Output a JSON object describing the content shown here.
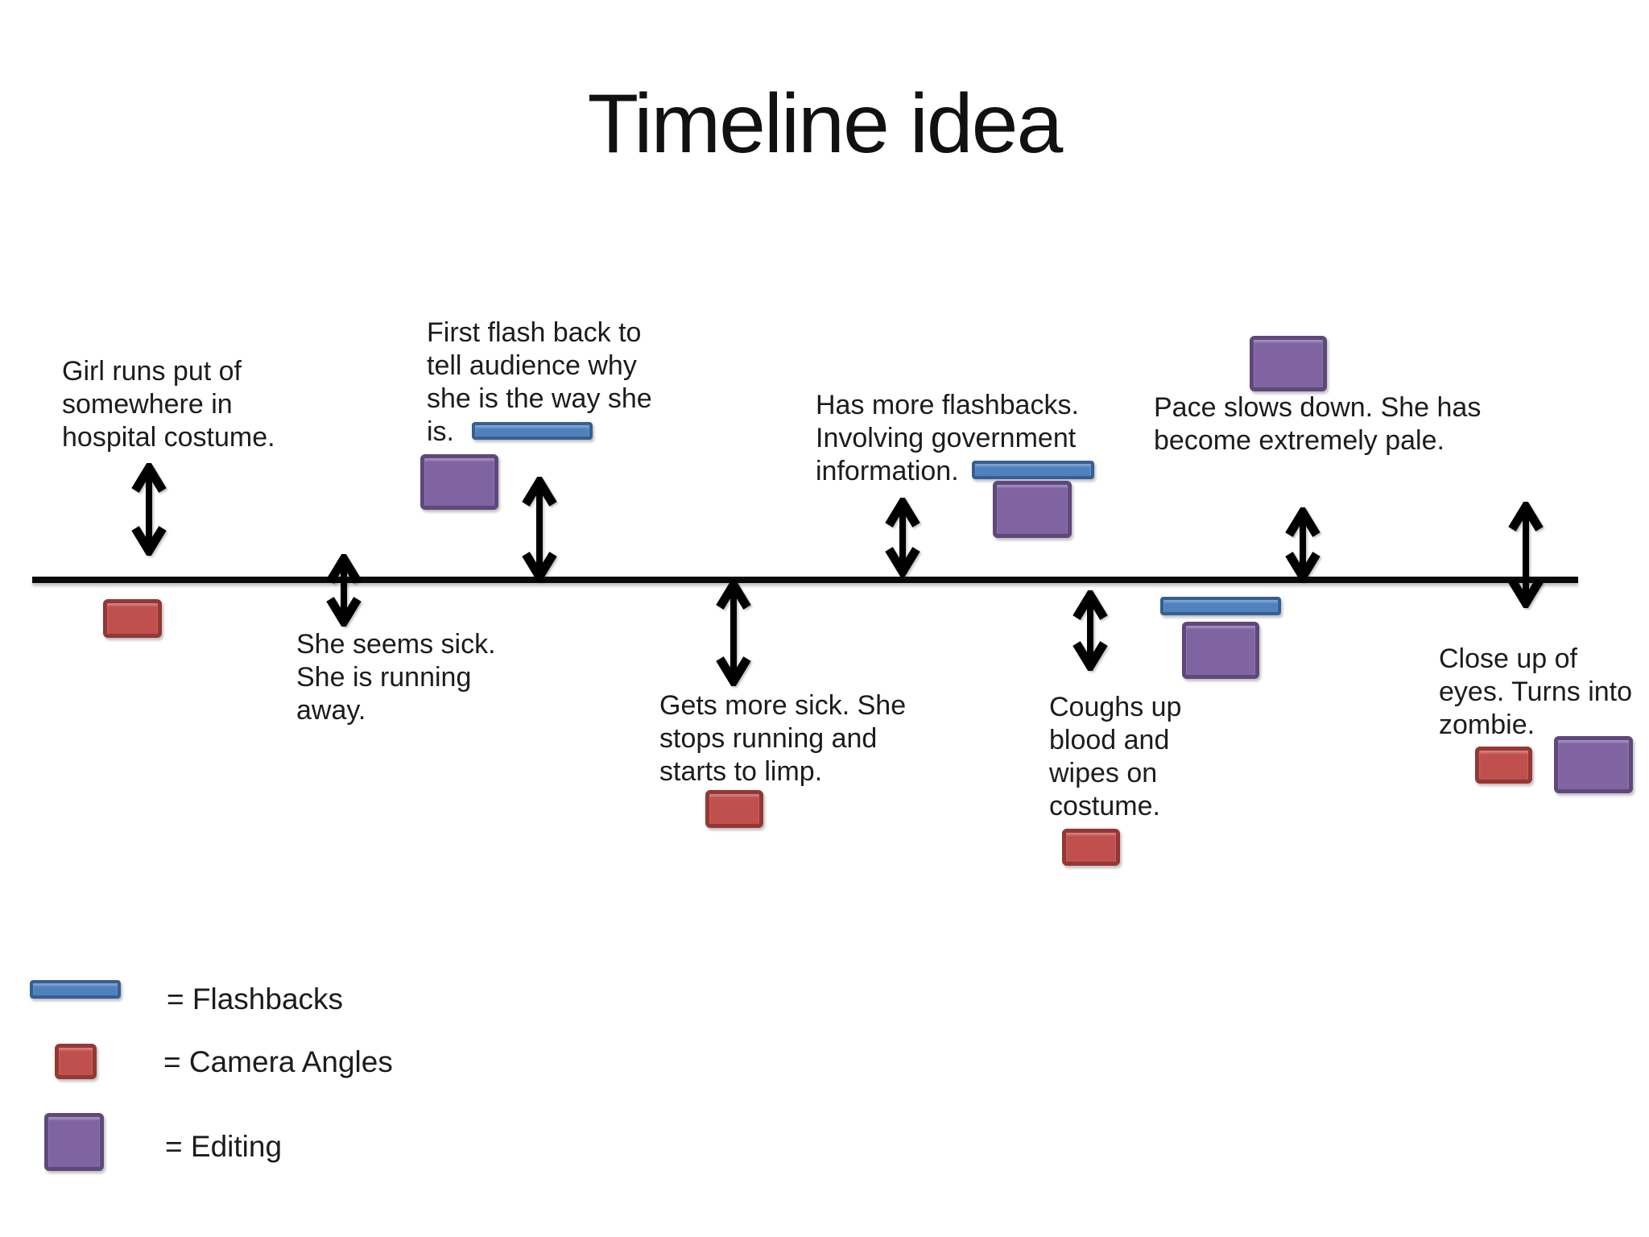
{
  "title": "Timeline idea",
  "annotations": [
    {
      "id": "girl-runs",
      "text": "Girl runs put of\nsomewhere in\nhospital costume."
    },
    {
      "id": "first-flashback",
      "text": "First flash back to\ntell audience why\nshe is the way she\nis."
    },
    {
      "id": "seems-sick",
      "text": "She seems sick.\nShe is running\naway."
    },
    {
      "id": "gets-more-sick",
      "text": "Gets more sick. She\nstops running and\nstarts to limp."
    },
    {
      "id": "more-flashbacks",
      "text": "Has more flashbacks.\nInvolving government\ninformation."
    },
    {
      "id": "pace-slows",
      "text": "Pace slows down. She has\nbecome extremely pale."
    },
    {
      "id": "coughs-blood",
      "text": "Coughs up\nblood and\nwipes on\ncostume."
    },
    {
      "id": "close-up-zombie",
      "text": "Close up of\neyes. Turns into\nzombie."
    }
  ],
  "legend": [
    {
      "symbol": "flashback-bar",
      "label": "= Flashbacks"
    },
    {
      "symbol": "camera-angle-rect",
      "label": "= Camera Angles"
    },
    {
      "symbol": "editing-rect",
      "label": "= Editing"
    }
  ],
  "colors": {
    "flashbacks": "#4F81BD",
    "flashbacks_border": "#365F91",
    "camera_angles": "#C0504D",
    "camera_angles_border": "#953735",
    "editing": "#8064A2",
    "editing_border": "#5F497A",
    "timeline": "#0A0A0A",
    "arrow": "#000000"
  }
}
